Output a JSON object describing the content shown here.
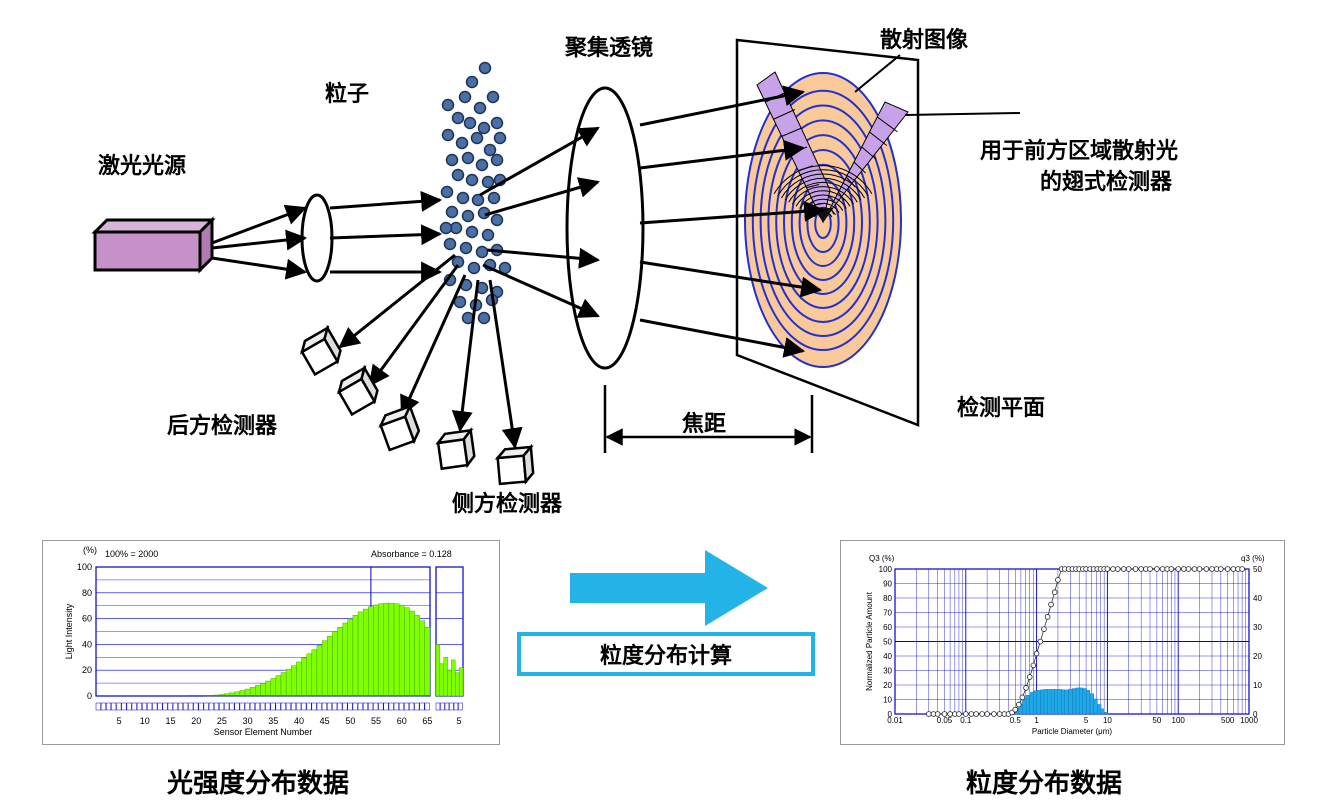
{
  "labels": {
    "laser_source": "激光光源",
    "particles": "粒子",
    "condenser_lens": "聚集透镜",
    "scatter_image": "散射图像",
    "wing_detector_line1": "用于前方区域散射光",
    "wing_detector_line2": "的翅式检测器",
    "back_detector": "后方检测器",
    "side_detector": "侧方检测器",
    "focal_length": "焦距",
    "detection_plane": "检测平面",
    "calc_button": "粒度分布计算",
    "light_caption": "光强度分布数据",
    "size_caption": "粒度分布数据"
  },
  "colors": {
    "laser": "#c691c8",
    "particle": "#4a6fa5",
    "rings_fill": "#f9c99a",
    "rings_line": "#2230d0",
    "wing": "#c8a2e8",
    "arrow": "#24b3e6",
    "bar_green": "#80ff00",
    "bar_blue": "#1ea8e8",
    "plot_frame": "#0000cc"
  },
  "chart_data": [
    {
      "type": "bar",
      "name": "light-intensity",
      "header_left": "100% = 2000",
      "header_right": "Absorbance = 0.128",
      "y_unit": "(%)",
      "ylabel": "Light Intensity",
      "xlabel": "Sensor Element Number",
      "ylim": [
        0,
        100
      ],
      "yticks": [
        "100",
        "80",
        "60",
        "40",
        "20",
        "0"
      ],
      "xticks_main": [
        "5",
        "10",
        "15",
        "20",
        "25",
        "30",
        "35",
        "40",
        "45",
        "50",
        "55",
        "60",
        "65"
      ],
      "xticks_side": [
        "5"
      ],
      "values_main": [
        0,
        0,
        0,
        0,
        0,
        0,
        0,
        0,
        0,
        0,
        0,
        0,
        0,
        0,
        0,
        0,
        0,
        0,
        0.3,
        0.5,
        0.8,
        1.2,
        1.8,
        2.5,
        3.3,
        4.3,
        5.4,
        6.7,
        8.2,
        9.8,
        11.6,
        13.6,
        15.8,
        18.2,
        20.8,
        23.5,
        26.4,
        29.5,
        32.7,
        36.0,
        39.4,
        42.9,
        46.4,
        49.9,
        53.3,
        56.6,
        59.7,
        62.6,
        65.2,
        67.4,
        69.2,
        70.6,
        71.5,
        72.0,
        72.0,
        71.5,
        70.3,
        68.5,
        65.9,
        62.5,
        58.3,
        53.3
      ],
      "values_side": [
        40,
        25,
        30,
        20,
        28,
        18,
        22
      ]
    },
    {
      "type": "bar+line",
      "name": "particle-size",
      "ylabel": "Normalized Particle Amount",
      "xlabel": "Particle Diameter (μm)",
      "left_axis_label": "Q3 (%)",
      "right_axis_label": "q3 (%)",
      "x_scale": "log",
      "xlim": [
        0.01,
        1000
      ],
      "xticks": [
        "0.01",
        "0.05",
        "0.1",
        "0.5",
        "1",
        "5",
        "10",
        "50",
        "100",
        "500",
        "1000"
      ],
      "yticks_left": [
        "100",
        "90",
        "80",
        "70",
        "60",
        "50",
        "40",
        "30",
        "20",
        "10",
        "0"
      ],
      "yticks_right": [
        "50",
        "40",
        "30",
        "20",
        "10",
        "0"
      ],
      "ylim_left": [
        0,
        100
      ],
      "ylim_right": [
        0,
        50
      ],
      "bars_x": [
        0.45,
        0.5,
        0.56,
        0.63,
        0.71,
        0.8,
        0.9,
        1.0,
        1.13,
        1.27,
        1.43,
        1.6,
        1.8,
        2.0,
        2.26,
        2.5,
        2.84,
        3.2,
        3.6,
        4.0,
        4.5,
        5.0,
        5.7,
        6.4,
        7.2,
        8.0,
        9.0
      ],
      "bars_q3": [
        1,
        2,
        3.5,
        5,
        6.5,
        7.5,
        8,
        8.2,
        8.4,
        8.5,
        8.5,
        8.5,
        8.5,
        8.5,
        8.4,
        8.3,
        8.6,
        8.8,
        9.0,
        9.0,
        8.8,
        8.2,
        7.0,
        5.2,
        3.3,
        1.8,
        0.6
      ],
      "cum_x": [
        0.03,
        0.035,
        0.04,
        0.05,
        0.06,
        0.07,
        0.08,
        0.1,
        0.12,
        0.14,
        0.17,
        0.2,
        0.25,
        0.3,
        0.35,
        0.4,
        0.45,
        0.5,
        0.56,
        0.63,
        0.71,
        0.8,
        0.9,
        1.0,
        1.13,
        1.27,
        1.43,
        1.6,
        1.8,
        2.0,
        2.26,
        2.5,
        2.84,
        3.2,
        3.6,
        4.0,
        4.5,
        5.0,
        5.7,
        6.4,
        7.2,
        8.0,
        9.0,
        10,
        12,
        14,
        17,
        20,
        25,
        30,
        35,
        40,
        50,
        60,
        70,
        80,
        100,
        120,
        140,
        170,
        200,
        250,
        300,
        350,
        400,
        500,
        600,
        700,
        800
      ],
      "cum_Q3": [
        0,
        0,
        0,
        0,
        0,
        0,
        0,
        0,
        0,
        0,
        0,
        0,
        0,
        0,
        0,
        0,
        1,
        3,
        6.5,
        11.5,
        18,
        25.5,
        33.5,
        41.7,
        50,
        58.5,
        67,
        75.5,
        84,
        92.5,
        100,
        100,
        100,
        100,
        100,
        100,
        100,
        100,
        100,
        100,
        100,
        100,
        100,
        100,
        100,
        100,
        100,
        100,
        100,
        100,
        100,
        100,
        100,
        100,
        100,
        100,
        100,
        100,
        100,
        100,
        100,
        100,
        100,
        100,
        100,
        100,
        100,
        100,
        100
      ]
    }
  ]
}
